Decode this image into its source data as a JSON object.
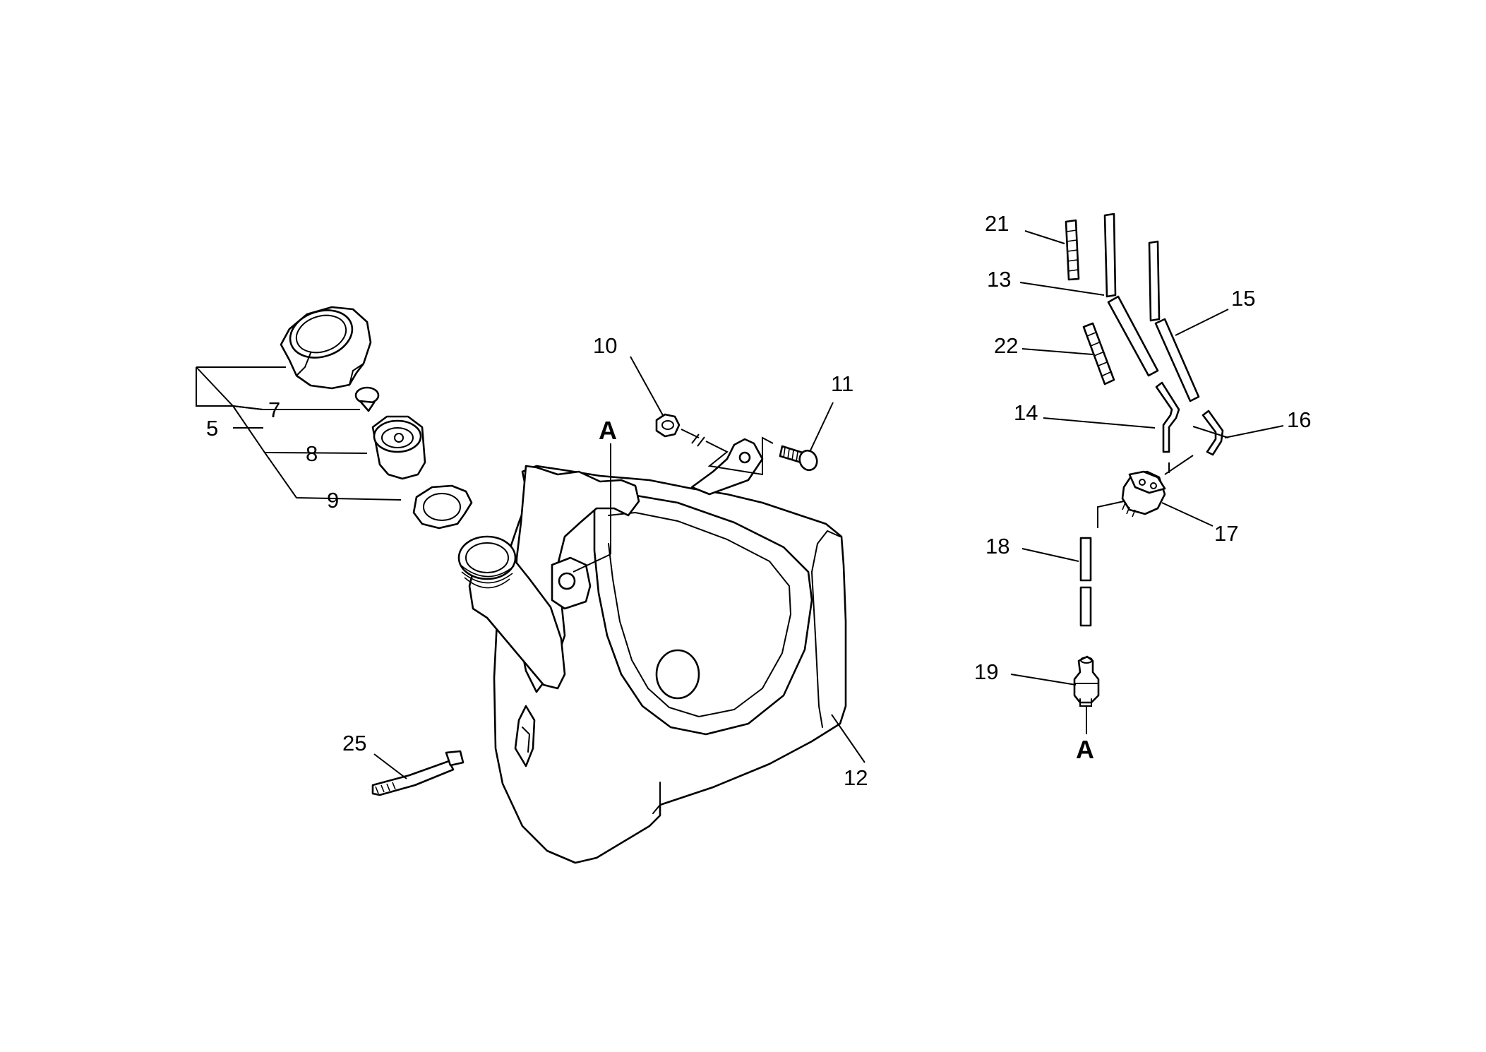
{
  "labels": {
    "c5": "5",
    "c7": "7",
    "c8": "8",
    "c9": "9",
    "c10": "10",
    "c11": "11",
    "c12": "12",
    "c13": "13",
    "c14": "14",
    "c15": "15",
    "c16": "16",
    "c17": "17",
    "c18": "18",
    "c19": "19",
    "c21": "21",
    "c22": "22",
    "c25": "25",
    "refTank": "A",
    "refFilter": "A"
  }
}
